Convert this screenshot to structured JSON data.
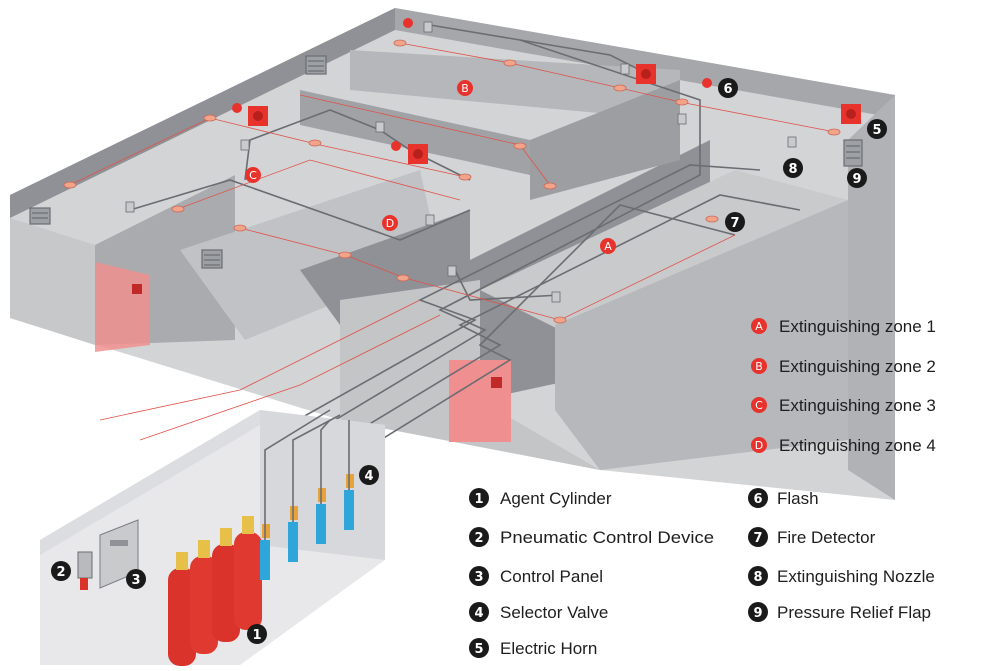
{
  "colors": {
    "zone_marker": "#e8322c",
    "number_marker": "#1a1a1a",
    "cylinder": "#d9332b",
    "wall_dark": "#8f9196",
    "wall_mid": "#b9babd",
    "wall_light": "#d3d4d6",
    "pipe": "#6a6d72",
    "wire": "#e0524a",
    "door": "#f08f8f"
  },
  "zone_legend": [
    {
      "letter": "A",
      "label": "Extinguishing zone 1"
    },
    {
      "letter": "B",
      "label": "Extinguishing zone 2"
    },
    {
      "letter": "C",
      "label": "Extinguishing zone 3"
    },
    {
      "letter": "D",
      "label": "Extinguishing zone 4"
    }
  ],
  "component_legend": [
    {
      "number": "1",
      "label": "Agent Cylinder"
    },
    {
      "number": "2",
      "label": "Pneumatic Control Device"
    },
    {
      "number": "3",
      "label": "Control Panel"
    },
    {
      "number": "4",
      "label": "Selector Valve"
    },
    {
      "number": "5",
      "label": "Electric Horn"
    },
    {
      "number": "6",
      "label": "Flash"
    },
    {
      "number": "7",
      "label": "Fire Detector"
    },
    {
      "number": "8",
      "label": "Extinguishing Nozzle"
    },
    {
      "number": "9",
      "label": "Pressure Relief Flap"
    }
  ],
  "zone_markers": [
    "A",
    "B",
    "C",
    "D"
  ],
  "callouts": [
    "1",
    "2",
    "3",
    "4",
    "5",
    "6",
    "7",
    "8",
    "9"
  ]
}
